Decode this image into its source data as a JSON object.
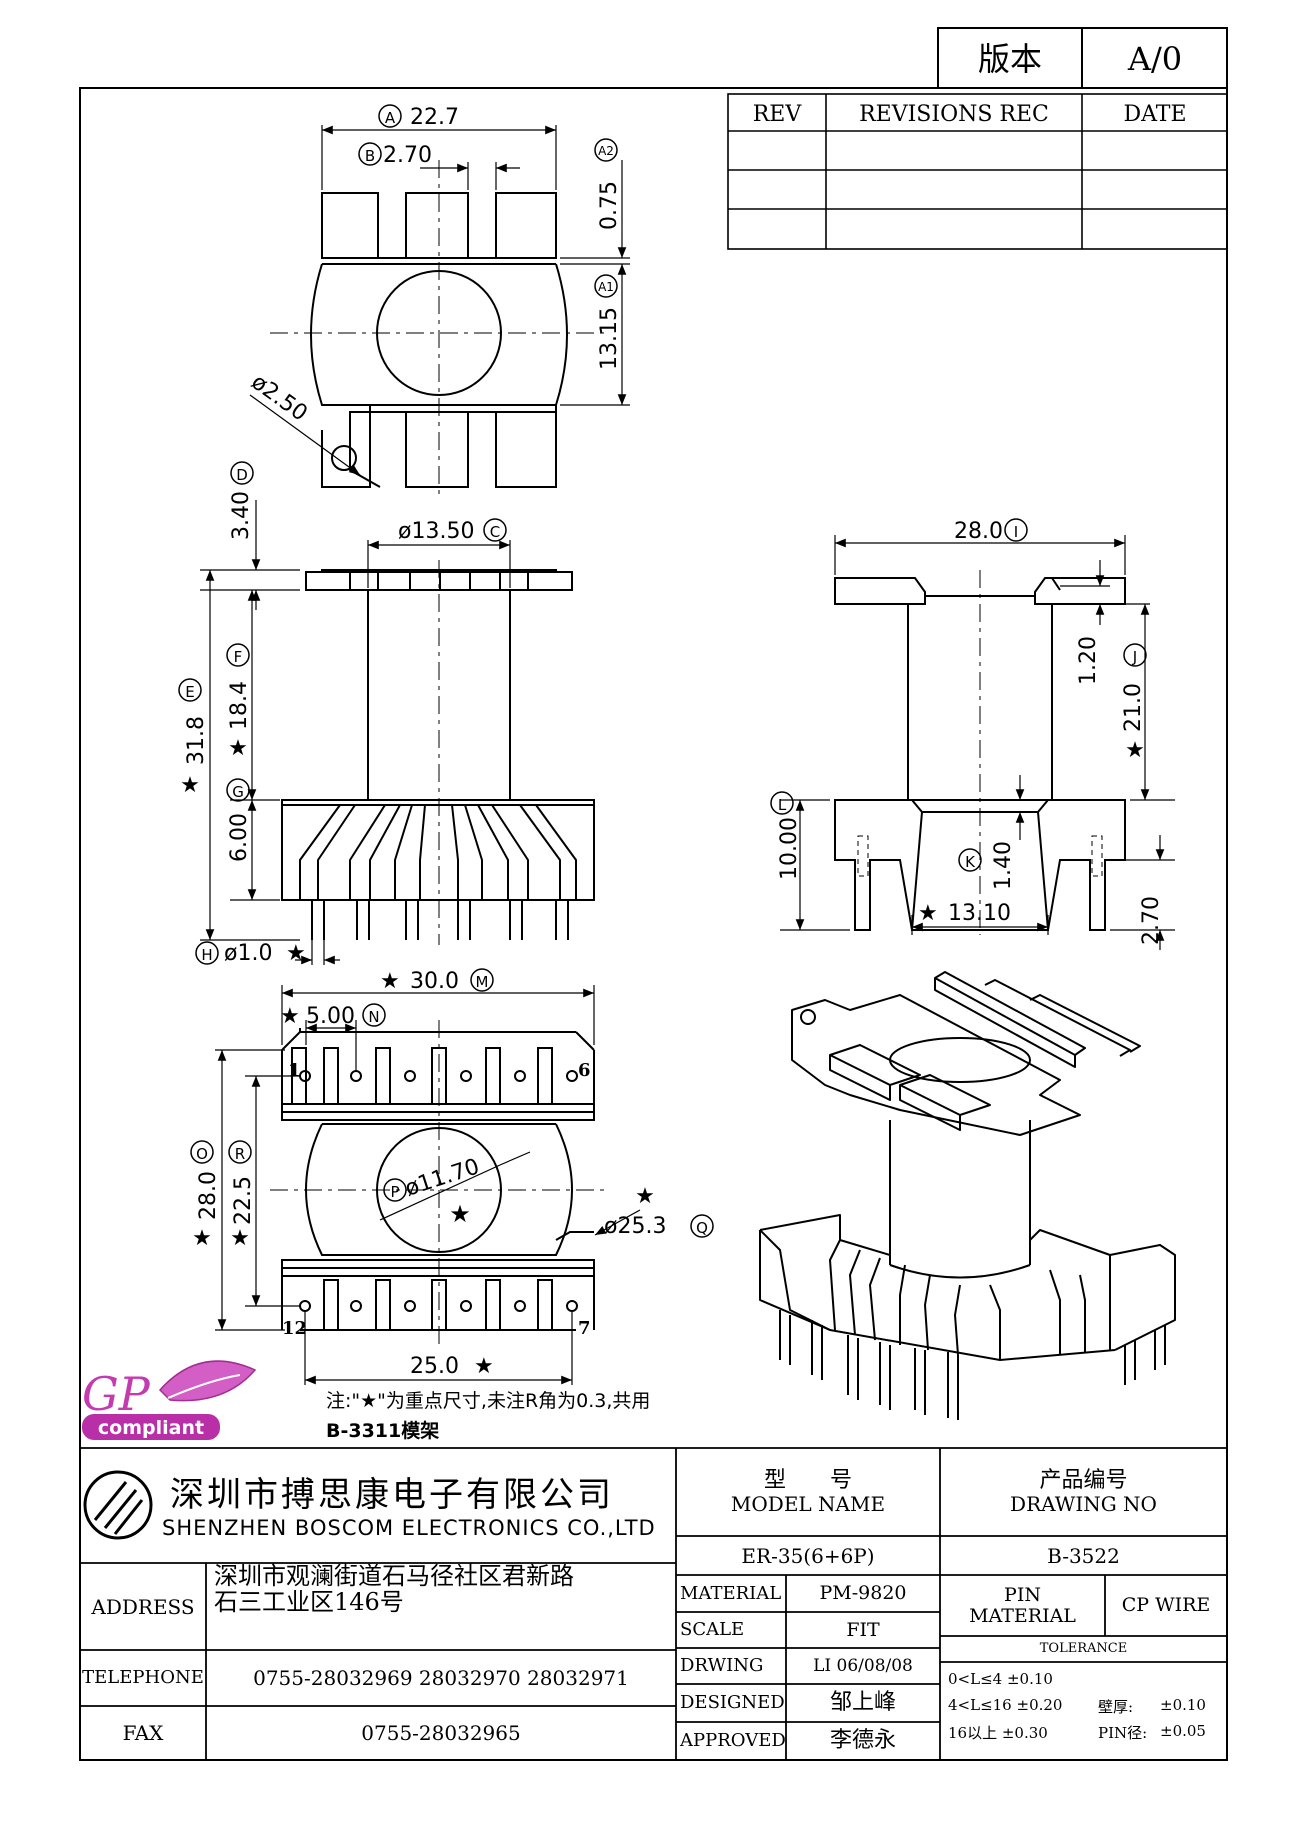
{
  "revision_block": {
    "version_label": "版本",
    "version_value": "A/0",
    "headers": [
      "REV",
      "REVISIONS REC",
      "DATE"
    ]
  },
  "logo": {
    "letters": "GP",
    "badge_text": "compliant"
  },
  "dimensions": {
    "A": "22.7",
    "B": "2.70",
    "A2": "0.75",
    "A1": "13.15",
    "hole": "ø2.50",
    "D": "3.40",
    "C": "ø13.50",
    "E": "31.8",
    "F": "18.4",
    "G": "6.00",
    "H": "ø1.0",
    "I": "28.0",
    "J": "21.0",
    "J_sub": "1.20",
    "L": "10.00",
    "K": "1.40",
    "base_width": "13.10",
    "pin_length": "2.70",
    "M": "30.0",
    "N": "5.00",
    "O": "28.0",
    "R": "22.5",
    "P": "ø11.70",
    "Q": "ø25.3",
    "pin_span": "25.0",
    "pin_1": "1",
    "pin_6": "6",
    "pin_7": "7",
    "pin_12": "12"
  },
  "notes": {
    "line1": "注:\"★\"为重点尺寸,未注R角为0.3,共用",
    "line2": "B-3311模架"
  },
  "company": {
    "name_cn": "深圳市搏思康电子有限公司",
    "name_en": "SHENZHEN BOSCOM ELECTRONICS CO.,LTD"
  },
  "title_block": {
    "model_label_cn": "型　　号",
    "model_label_en": "MODEL NAME",
    "drawing_label_cn": "产品编号",
    "drawing_label_en": "DRAWING NO",
    "model_value": "ER-35(6+6P)",
    "drawing_value": "B-3522",
    "address_label": "ADDRESS",
    "address_line1": "深圳市观澜街道石马径社区君新路",
    "address_line2": "石三工业区146号",
    "telephone_label": "TELEPHONE",
    "telephone_value": "0755-28032969 28032970 28032971",
    "fax_label": "FAX",
    "fax_value": "0755-28032965",
    "material_label": "MATERIAL",
    "material_value": "PM-9820",
    "scale_label": "SCALE",
    "scale_value": "FIT",
    "drwing_label": "DRWING",
    "drwing_value": "LI 06/08/08",
    "designed_label": "DESIGNED",
    "designed_value": "邹上峰",
    "approved_label": "APPROVED",
    "approved_value": "李德永",
    "pin_material_label_1": "PIN",
    "pin_material_label_2": "MATERIAL",
    "pin_material_value": "CP WIRE",
    "tolerance_label": "TOLERANCE",
    "tol_row1": "0<L≤4  ±0.10",
    "tol_row2": "4<L≤16  ±0.20",
    "tol_row3": "16以上     ±0.30",
    "wall_label": "壁厚:",
    "wall_value": "±0.10",
    "pin_dia_label": "PIN径:",
    "pin_dia_value": "±0.05"
  }
}
